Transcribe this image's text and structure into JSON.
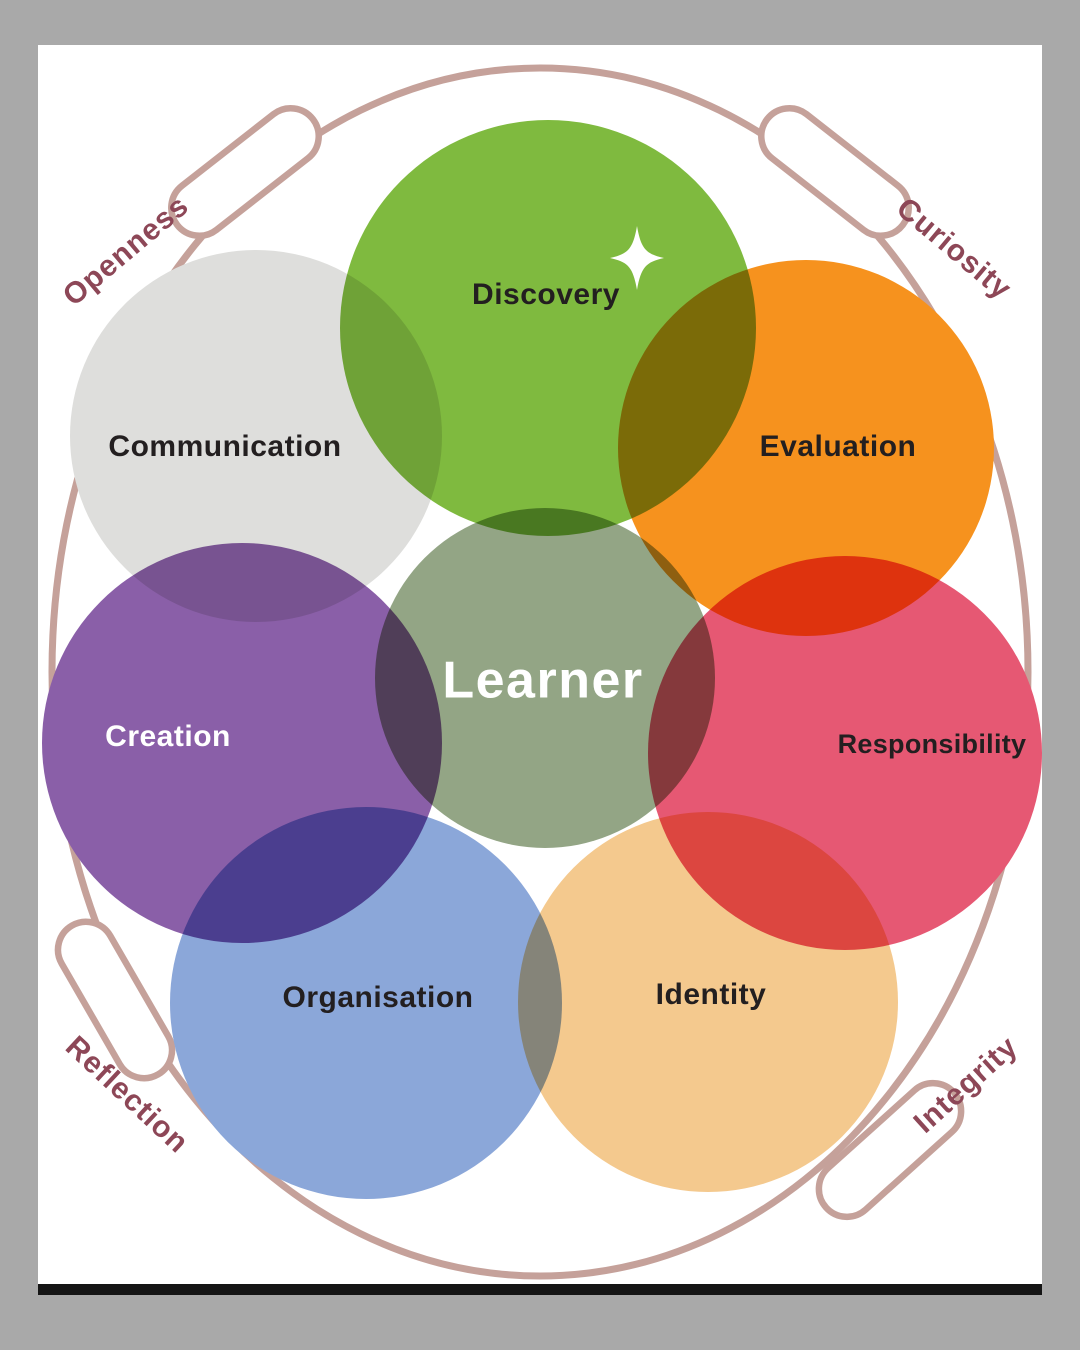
{
  "canvas": {
    "outer_background": "#a9a9a9",
    "page_color": "#ffffff",
    "bottom_strip_color": "#151515"
  },
  "ring": {
    "color": "#c5a19a"
  },
  "corner_color": "#8d4757",
  "corner_values": [
    {
      "label": "Openness"
    },
    {
      "label": "Curiosity"
    },
    {
      "label": "Reflection"
    },
    {
      "label": "Integrity"
    }
  ],
  "center": {
    "label": "Learner",
    "color": "#93a585"
  },
  "circles": [
    {
      "label": "Discovery",
      "color": "#7fba3f"
    },
    {
      "label": "Communication",
      "color": "#dededc"
    },
    {
      "label": "Evaluation",
      "color": "#f6921e"
    },
    {
      "label": "Creation",
      "color": "#8a5fa8"
    },
    {
      "label": "Responsibility",
      "color": "#e65873"
    },
    {
      "label": "Organisation",
      "color": "#8ba7d9"
    },
    {
      "label": "Identity",
      "color": "#f4c98e"
    }
  ],
  "sparkle": {
    "name": "sparkle-icon",
    "color": "#ffffff"
  }
}
